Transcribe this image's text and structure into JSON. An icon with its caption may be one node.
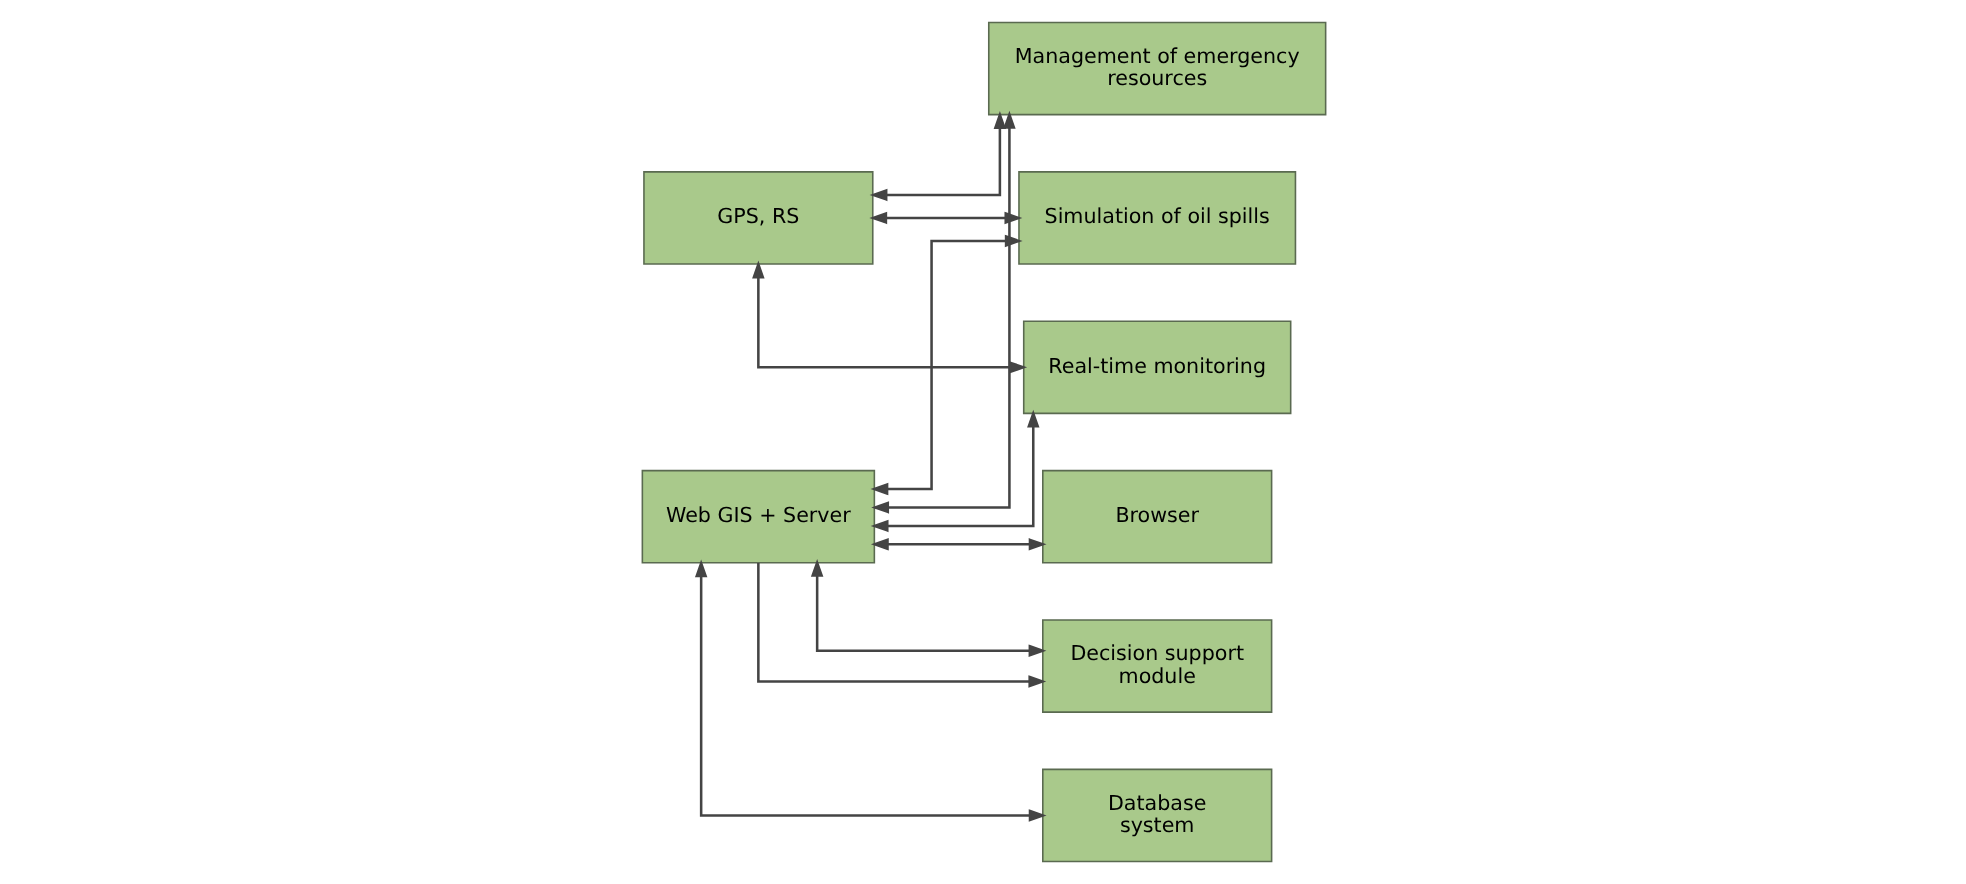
{
  "diagram": {
    "nodes": [
      {
        "text": [
          "Browser"
        ]
      },
      {
        "text": [
          "Web GIS + Server"
        ]
      },
      {
        "text": [
          "Management of emergency resources"
        ]
      },
      {
        "text": [
          "Simulation of oil spills"
        ]
      },
      {
        "text": [
          "GPS, RS"
        ]
      },
      {
        "text": [
          "Decision support module"
        ]
      },
      {
        "text": [
          "Real-time monitoring"
        ]
      },
      {
        "text": [
          "Database system"
        ]
      }
    ],
    "edges": [
      {
        "from": 1,
        "to": 0,
        "arrow": "both"
      },
      {
        "from": 1,
        "to": 2,
        "arrow": "both"
      },
      {
        "from": 1,
        "to": 3,
        "arrow": "both"
      },
      {
        "from": 1,
        "to": 6,
        "arrow": "both"
      },
      {
        "from": 1,
        "to": 5,
        "arrow": "to"
      },
      {
        "from": 1,
        "to": 5,
        "arrow": "both"
      },
      {
        "from": 1,
        "to": 7,
        "arrow": "both"
      },
      {
        "from": 4,
        "to": 2,
        "arrow": "both"
      },
      {
        "from": 4,
        "to": 3,
        "arrow": "both"
      },
      {
        "from": 4,
        "to": 6,
        "arrow": "both"
      }
    ]
  }
}
